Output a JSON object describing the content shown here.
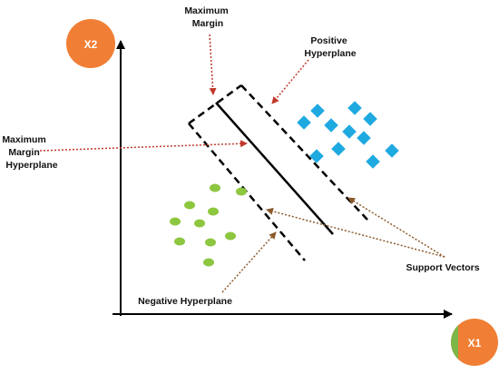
{
  "axes": {
    "x_label": "X1",
    "y_label": "X2"
  },
  "labels": {
    "maximum_margin": [
      "Maximum",
      "Margin"
    ],
    "positive_hyperplane": [
      "Positive",
      "Hyperplane"
    ],
    "maximum_margin_hyperplane": [
      "Maximum",
      "Margin",
      "Hyperplane"
    ],
    "support_vectors": "Support Vectors",
    "negative_hyperplane": "Negative Hyperplane"
  },
  "colors": {
    "axis_badge": "#f07f35",
    "axis_badge_x1_accent": "#7ab648",
    "positive_points": "#1fa9e1",
    "negative_points": "#8dc63f",
    "arrow_red": "#c0392b",
    "arrow_brown": "#8b5a2b",
    "hyperplane": "#000000"
  }
}
